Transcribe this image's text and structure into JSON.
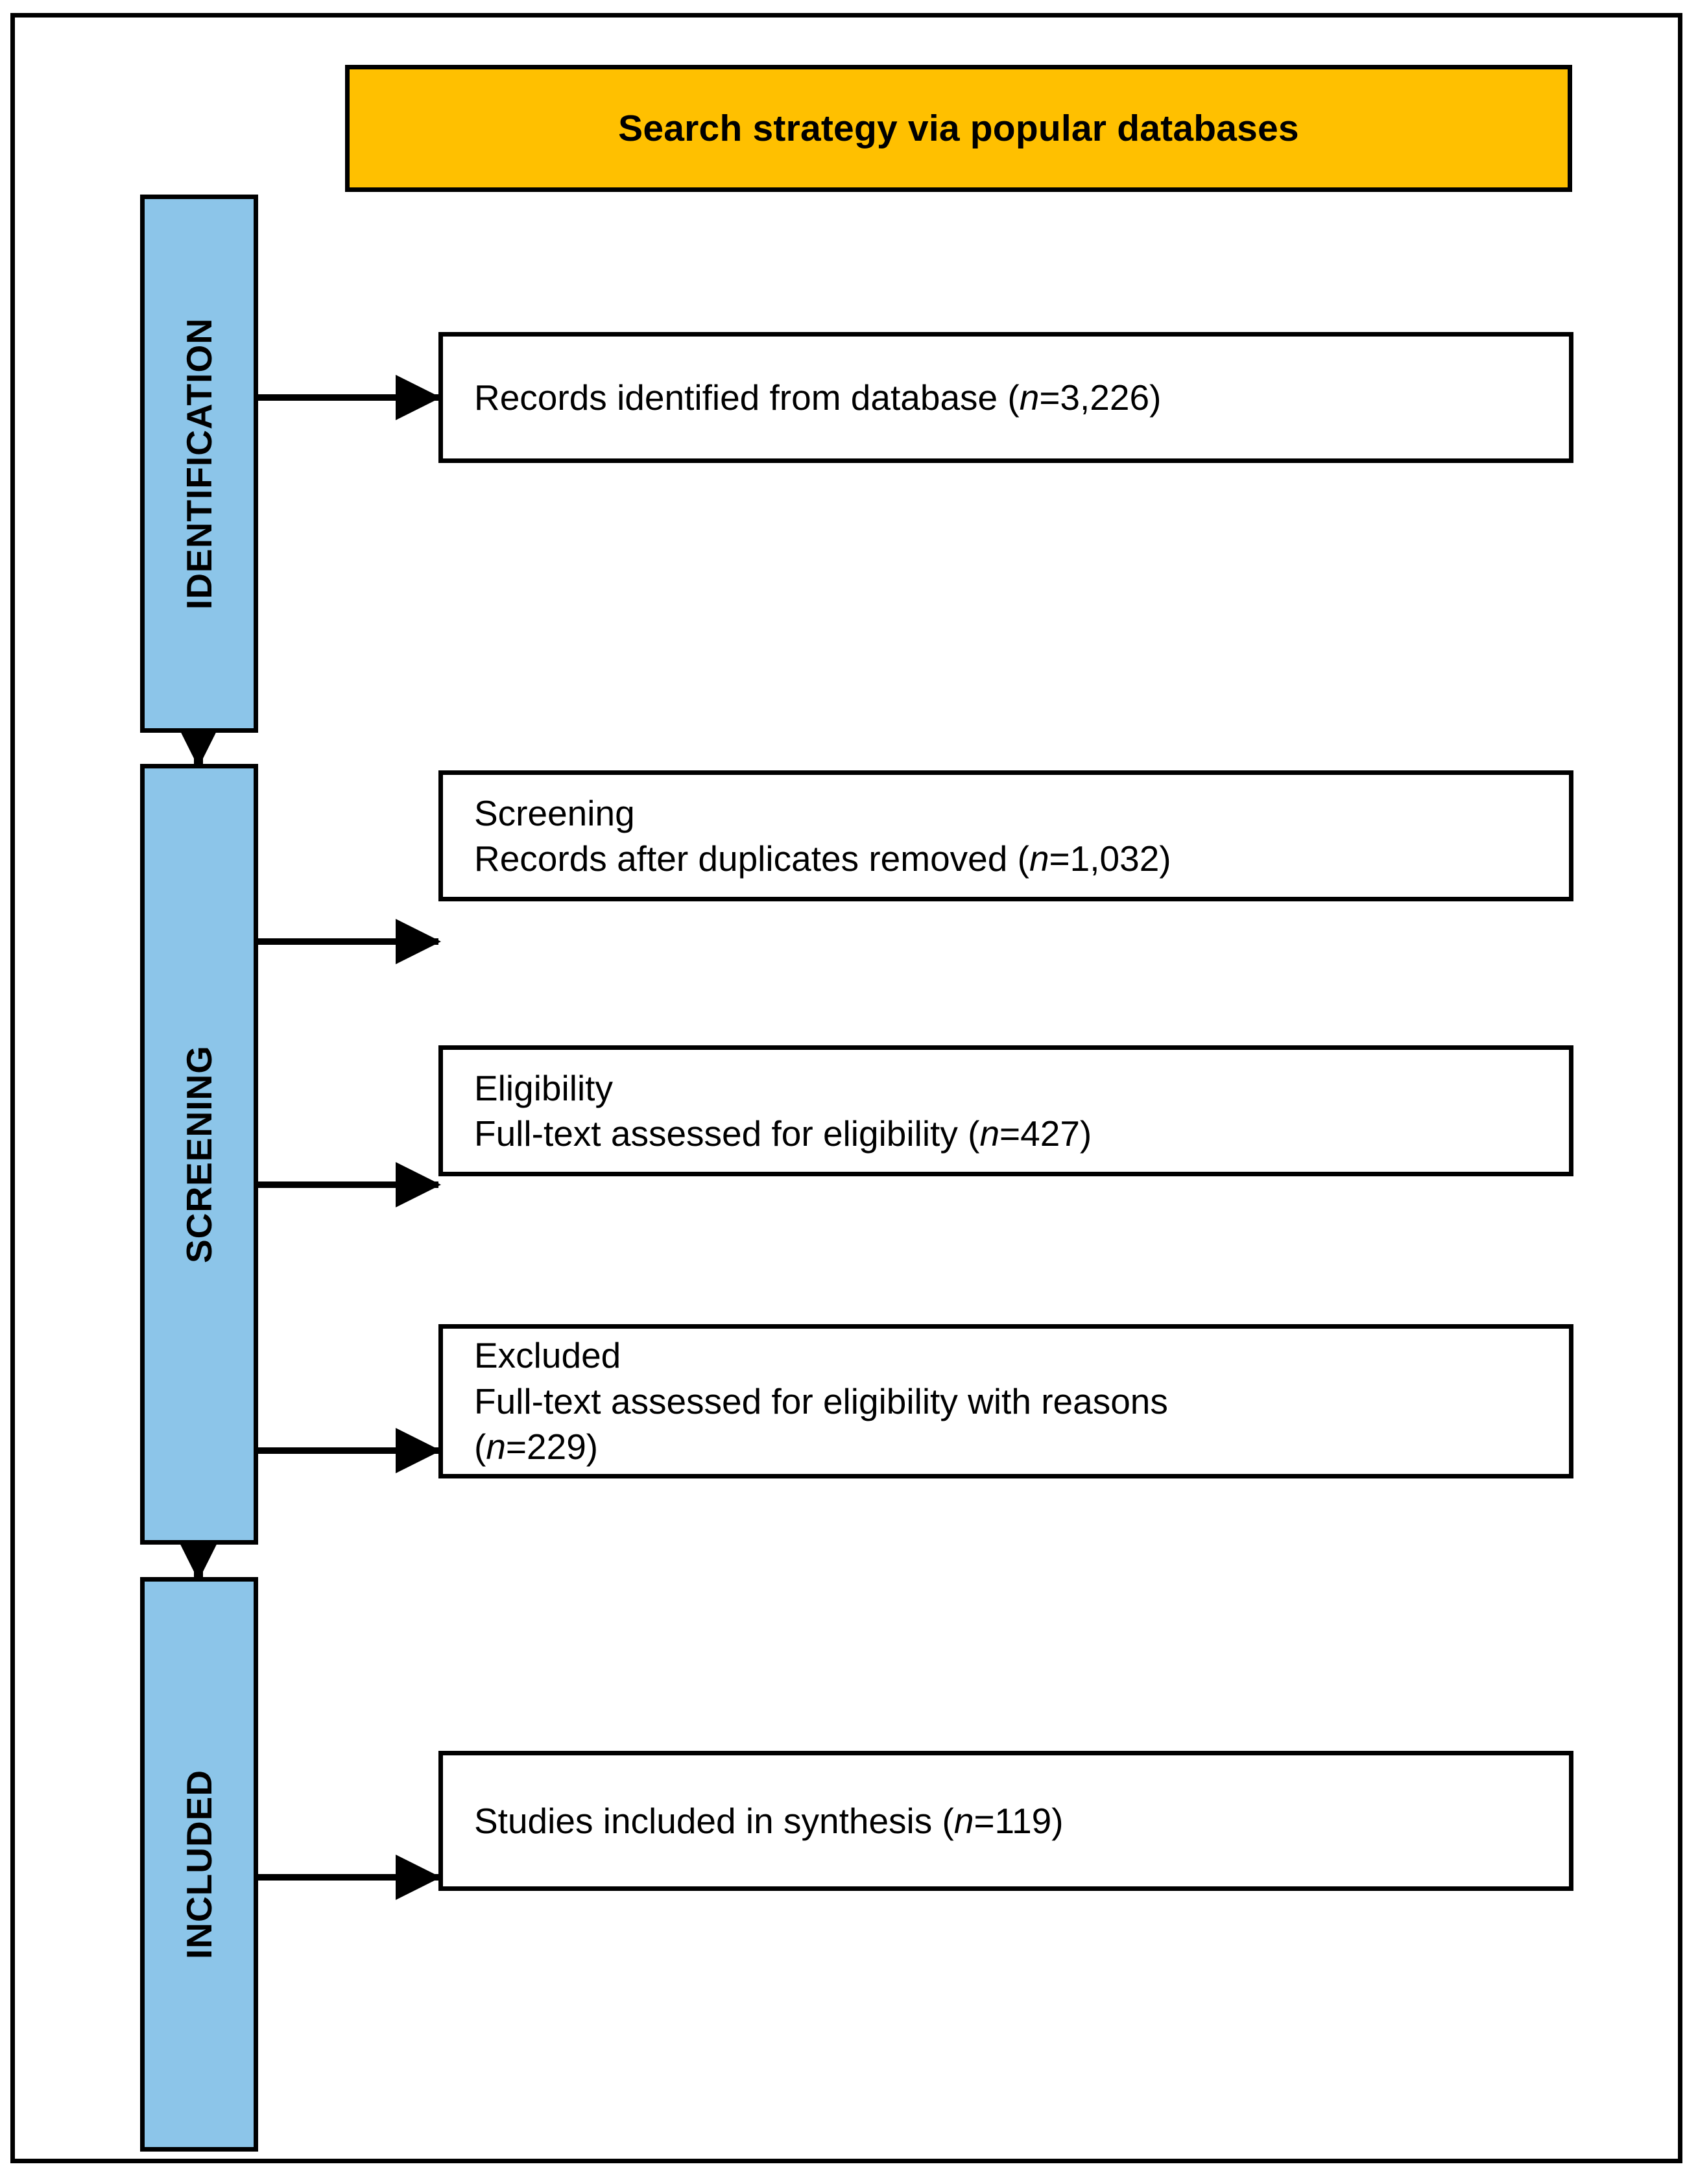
{
  "diagram": {
    "kind": "prisma-flow-diagram",
    "colors": {
      "banner_fill": "#FFC000",
      "stage_fill": "#8CC5E9",
      "box_fill": "#FFFFFF",
      "stroke": "#000000",
      "text": "#000000"
    }
  },
  "banner": {
    "title": "Search strategy via popular databases"
  },
  "stages": [
    {
      "id": "identification",
      "label": "IDENTIFICATION"
    },
    {
      "id": "screening",
      "label": "SCREENING"
    },
    {
      "id": "included",
      "label": "INCLUDED"
    }
  ],
  "boxes": [
    {
      "id": "records-identified",
      "stage": "identification",
      "lines": [
        {
          "pre": "Records identified from database (",
          "italic": "n",
          "post": "=3,226)"
        }
      ],
      "count_label": "n=3,226",
      "count": 3226
    },
    {
      "id": "records-after-duplicates",
      "stage": "screening",
      "lines": [
        {
          "pre": "Screening",
          "italic": "",
          "post": ""
        },
        {
          "pre": "Records after duplicates removed (",
          "italic": "n",
          "post": "=1,032)"
        }
      ],
      "count_label": "n=1,032",
      "count": 1032
    },
    {
      "id": "full-text-eligibility",
      "stage": "screening",
      "lines": [
        {
          "pre": "Eligibility",
          "italic": "",
          "post": ""
        },
        {
          "pre": "Full-text assessed for eligibility (",
          "italic": "n",
          "post": "=427)"
        }
      ],
      "count_label": "n=427",
      "count": 427
    },
    {
      "id": "excluded-with-reasons",
      "stage": "screening",
      "lines": [
        {
          "pre": "Excluded",
          "italic": "",
          "post": ""
        },
        {
          "pre": "Full-text assessed for eligibility with reasons",
          "italic": "",
          "post": ""
        },
        {
          "pre": "(",
          "italic": "n",
          "post": "=229)"
        }
      ],
      "count_label": "n=229",
      "count": 229
    },
    {
      "id": "studies-included",
      "stage": "included",
      "lines": [
        {
          "pre": "Studies included in synthesis (",
          "italic": "n",
          "post": "=119)"
        }
      ],
      "count_label": "n=119",
      "count": 119
    }
  ],
  "connectors": [
    {
      "id": "identification-to-records",
      "from": "identification",
      "to": "records-identified",
      "direction": "right"
    },
    {
      "id": "identification-to-screening",
      "from": "identification",
      "to": "screening",
      "direction": "down"
    },
    {
      "id": "screening-to-duplicates",
      "from": "screening",
      "to": "records-after-duplicates",
      "direction": "right"
    },
    {
      "id": "screening-to-eligibility",
      "from": "screening",
      "to": "full-text-eligibility",
      "direction": "right"
    },
    {
      "id": "screening-to-excluded",
      "from": "screening",
      "to": "excluded-with-reasons",
      "direction": "right"
    },
    {
      "id": "screening-to-included",
      "from": "screening",
      "to": "included",
      "direction": "down"
    },
    {
      "id": "included-to-studies",
      "from": "included",
      "to": "studies-included",
      "direction": "right"
    }
  ]
}
